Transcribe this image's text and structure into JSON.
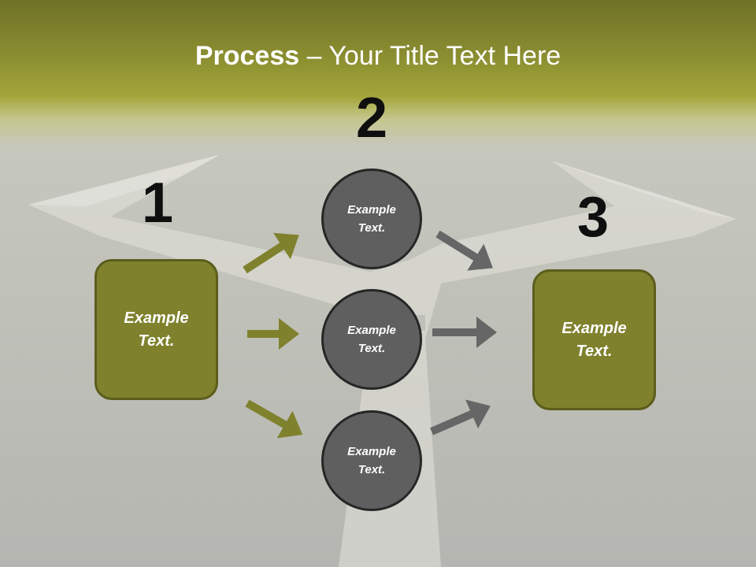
{
  "slide": {
    "title_bold": "Process",
    "title_rest": " – Your Title Text Here",
    "colors": {
      "olive": "#7f812d",
      "circle": "#5f5f5f",
      "arrow_olive": "#7f812d",
      "arrow_gray": "#666666"
    }
  },
  "steps": [
    {
      "number": "1",
      "box_text": "Example\nText."
    },
    {
      "number": "2",
      "circles": [
        "Example\nText.",
        "Example\nText.",
        "Example\nText."
      ]
    },
    {
      "number": "3",
      "box_text": "Example\nText."
    }
  ]
}
